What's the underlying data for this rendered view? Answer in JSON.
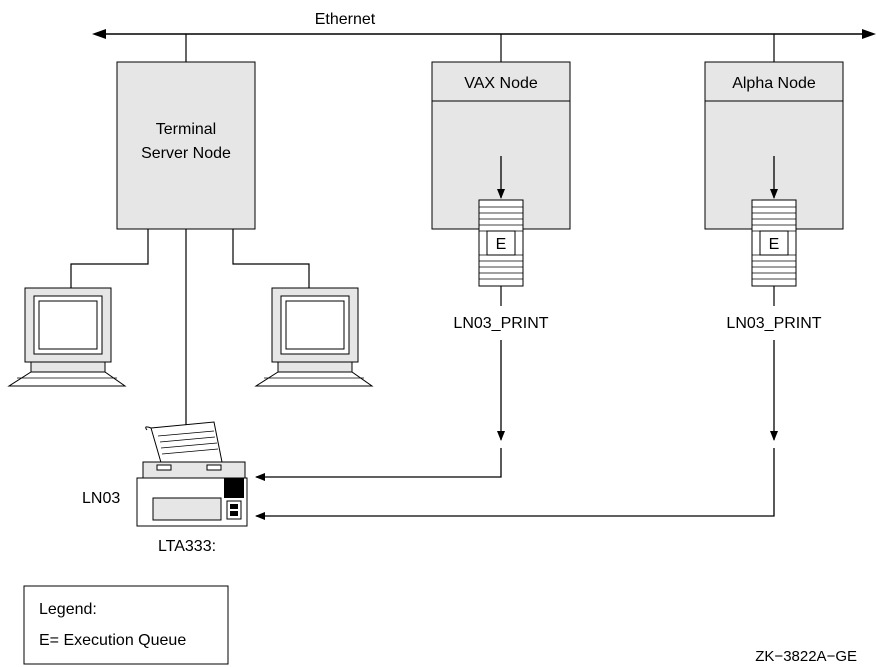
{
  "diagram": {
    "network_label": "Ethernet",
    "terminal_server": {
      "line1": "Terminal",
      "line2": "Server Node"
    },
    "vax_node": {
      "title": "VAX Node",
      "queue_letter": "E",
      "queue_name": "LN03_PRINT"
    },
    "alpha_node": {
      "title": "Alpha Node",
      "queue_letter": "E",
      "queue_name": "LN03_PRINT"
    },
    "printer": {
      "name": "LN03",
      "port": "LTA333:"
    },
    "legend": {
      "title": "Legend:",
      "entry": "E= Execution Queue"
    },
    "figure_id": "ZK−3822A−GE"
  },
  "colors": {
    "box_fill": "#e6e6e6",
    "line": "#000000",
    "background": "#ffffff"
  },
  "icons": [
    "terminal-icon",
    "terminal-icon",
    "printer-icon",
    "queue-icon",
    "queue-icon"
  ]
}
